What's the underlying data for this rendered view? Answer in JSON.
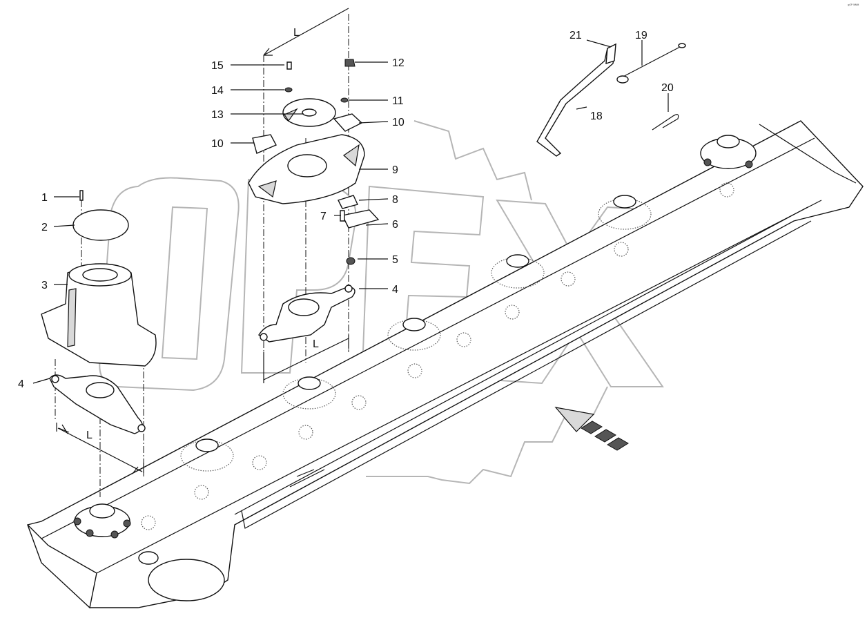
{
  "corner_text": "sᴳᴾ ᴹᴹᴹ",
  "watermark": "OPEX",
  "callouts": {
    "c1": "1",
    "c2": "2",
    "c3": "3",
    "c4a": "4",
    "c4b": "4",
    "c5": "5",
    "c6": "6",
    "c7": "7",
    "c8": "8",
    "c9": "9",
    "c10a": "10",
    "c10b": "10",
    "c11": "11",
    "c12": "12",
    "c13": "13",
    "c14": "14",
    "c15": "15",
    "c18": "18",
    "c19": "19",
    "c20": "20",
    "c21": "21"
  },
  "dimensions": {
    "top": "L",
    "middle": "L",
    "left": "L"
  }
}
